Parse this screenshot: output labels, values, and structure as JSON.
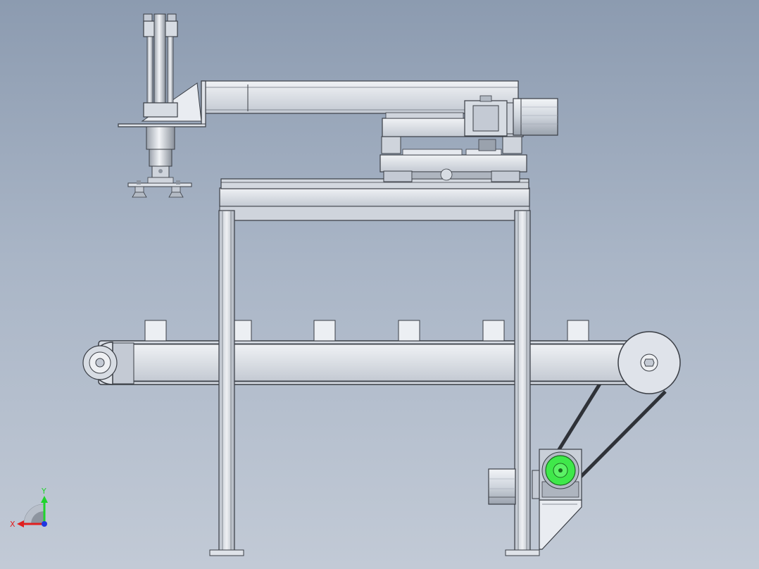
{
  "view": {
    "axes": {
      "x_label": "X",
      "y_label": "Y"
    }
  },
  "palette": {
    "steel_light": "#e6e9ef",
    "steel_mid": "#c4cad4",
    "steel_dark": "#8d949f",
    "edge": "#3a3e45",
    "belt": "#2f3238",
    "pulley_green": "#3fe84a",
    "axis_x": "#e01f1f",
    "axis_y": "#1fd42c",
    "axis_z": "#1f36e0"
  },
  "components": [
    "vertical-cylinder",
    "suction-cup-gripper",
    "horizontal-arm",
    "gearbox",
    "servo-motor",
    "linear-guide-carriage",
    "gantry-rail",
    "gantry-frame",
    "conveyor-belt",
    "tail-pulley",
    "drive-pulley",
    "worm-gear-reducer",
    "drive-motor",
    "motor-bracket",
    "transmission-belt",
    "workpiece-blocks"
  ]
}
